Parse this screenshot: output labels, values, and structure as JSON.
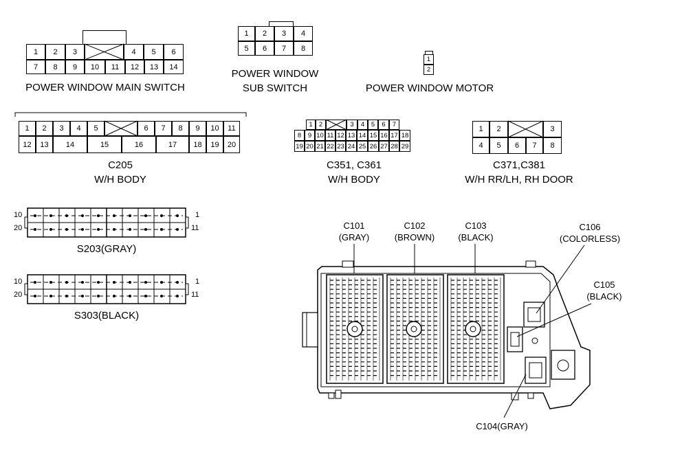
{
  "main_switch": {
    "title": "POWER WINDOW MAIN SWITCH",
    "row1": [
      "1",
      "2",
      "3",
      "4",
      "5",
      "6"
    ],
    "row2": [
      "7",
      "8",
      "9",
      "10",
      "11",
      "12",
      "13",
      "14"
    ]
  },
  "sub_switch": {
    "title_line1": "POWER WINDOW",
    "title_line2": "SUB SWITCH",
    "row1": [
      "1",
      "2",
      "3",
      "4"
    ],
    "row2": [
      "5",
      "6",
      "7",
      "8"
    ]
  },
  "motor": {
    "title": "POWER WINDOW MOTOR",
    "pins": [
      "1",
      "2"
    ]
  },
  "c205": {
    "title_line1": "C205",
    "title_line2": "W/H BODY",
    "row1": [
      "1",
      "2",
      "3",
      "4",
      "5",
      "6",
      "7",
      "8",
      "9",
      "10",
      "11"
    ],
    "row2": [
      "12",
      "13",
      "14",
      "15",
      "16",
      "17",
      "18",
      "19",
      "20"
    ]
  },
  "c351": {
    "title_line1": "C351, C361",
    "title_line2": "W/H BODY",
    "row1": [
      "1",
      "2",
      "3",
      "4",
      "5",
      "6",
      "7"
    ],
    "row2": [
      "8",
      "9",
      "10",
      "11",
      "12",
      "13",
      "14",
      "15",
      "16",
      "17",
      "18"
    ],
    "row3": [
      "19",
      "20",
      "21",
      "22",
      "23",
      "24",
      "25",
      "26",
      "27",
      "28",
      "29"
    ]
  },
  "c371": {
    "title_line1": "C371,C381",
    "title_line2": "W/H RR/LH, RH DOOR",
    "row1": [
      "1",
      "2",
      "3"
    ],
    "row2": [
      "4",
      "5",
      "6",
      "7",
      "8"
    ]
  },
  "s203": {
    "title": "S203(GRAY)",
    "left_top": "10",
    "left_bottom": "20",
    "right_top": "1",
    "right_bottom": "11"
  },
  "s303": {
    "title": "S303(BLACK)",
    "left_top": "10",
    "left_bottom": "20",
    "right_top": "1",
    "right_bottom": "11"
  },
  "junction_block": {
    "c101": {
      "line1": "C101",
      "line2": "(GRAY)"
    },
    "c102": {
      "line1": "C102",
      "line2": "(BROWN)"
    },
    "c103": {
      "line1": "C103",
      "line2": "(BLACK)"
    },
    "c106": {
      "line1": "C106",
      "line2": "(COLORLESS)"
    },
    "c105": {
      "line1": "C105",
      "line2": "(BLACK)"
    },
    "c104": {
      "line1": "C104(GRAY)"
    }
  }
}
